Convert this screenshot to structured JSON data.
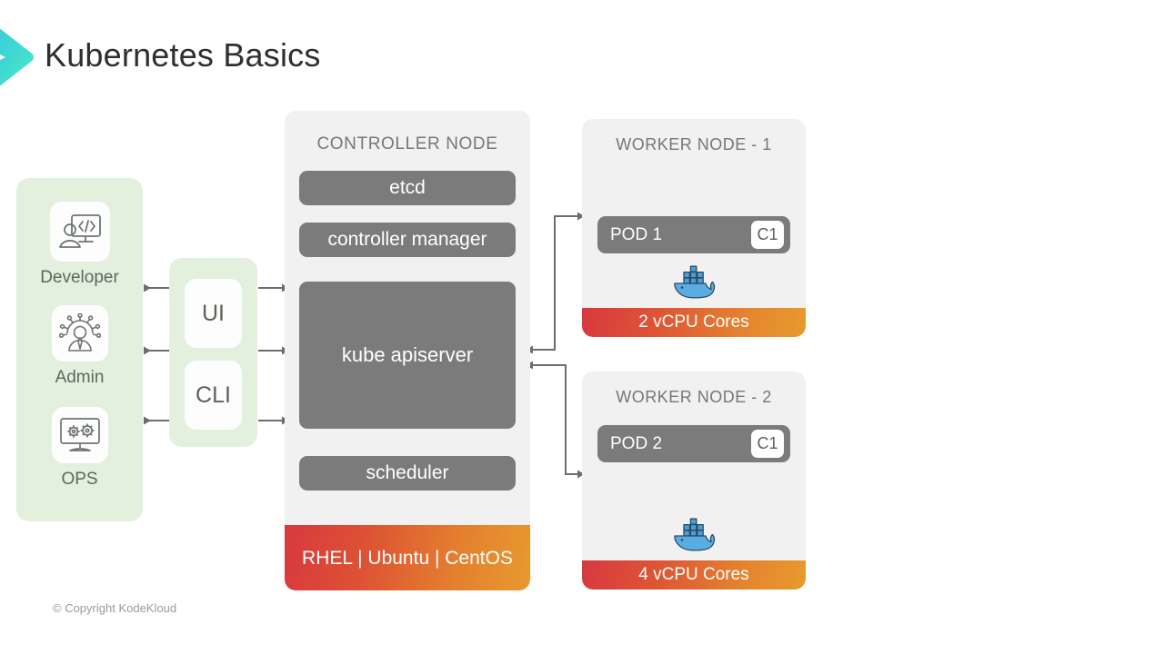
{
  "header": {
    "title": "Kubernetes Basics",
    "logo_icon": "chevron-logo-icon",
    "logo_color_start": "#3fd0e0",
    "logo_color_end": "#45e3c4"
  },
  "roles_panel": {
    "panel_color": "#e3f0de",
    "items": [
      {
        "label": "Developer",
        "icon": "developer-monitor-code-icon"
      },
      {
        "label": "Admin",
        "icon": "admin-network-person-icon"
      },
      {
        "label": "OPS",
        "icon": "ops-monitor-gears-icon"
      }
    ]
  },
  "interface_panel": {
    "panel_color": "#e3f0de",
    "items": [
      {
        "label": "UI"
      },
      {
        "label": "CLI"
      }
    ]
  },
  "controller_node": {
    "title": "CONTROLLER NODE",
    "panel_color": "#f1f1f1",
    "component_color": "#7b7b7b",
    "components": [
      {
        "label": "etcd"
      },
      {
        "label": "controller manager"
      },
      {
        "label": "kube apiserver"
      },
      {
        "label": "scheduler"
      }
    ],
    "os_bar": {
      "label": "RHEL | Ubuntu | CentOS",
      "gradient_start": "#d8383f",
      "gradient_end": "#e79a2d"
    }
  },
  "worker_nodes": [
    {
      "title": "WORKER NODE - 1",
      "pod_label": "POD 1",
      "container_label": "C1",
      "runtime_icon": "docker-whale-icon",
      "cpu_label": "2 vCPU Cores",
      "gradient_start": "#d8383f",
      "gradient_end": "#e79a2d"
    },
    {
      "title": "WORKER NODE - 2",
      "pod_label": "POD 2",
      "container_label": "C1",
      "runtime_icon": "docker-whale-icon",
      "cpu_label": "4 vCPU Cores",
      "gradient_start": "#d8383f",
      "gradient_end": "#e79a2d"
    }
  ],
  "connectors": {
    "arrow_color": "#6d6d6d",
    "description": "bidirectional arrows between roles and UI/CLI, UI/CLI to kube apiserver, and kube apiserver to worker pods"
  },
  "footer": {
    "copyright": "© Copyright KodeKloud"
  }
}
